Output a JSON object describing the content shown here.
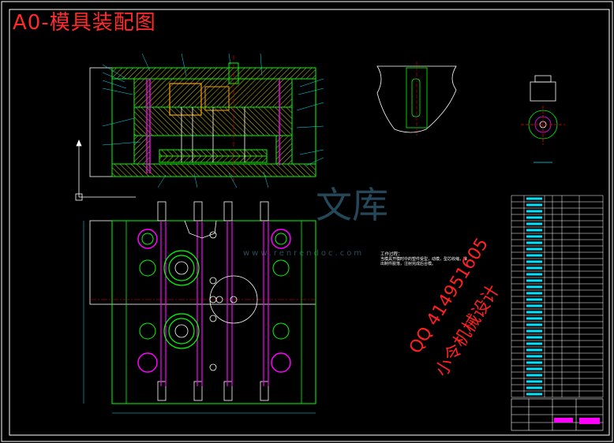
{
  "drawing": {
    "title": "A0-模具装配图",
    "tech_notes": {
      "heading": "工作过程：",
      "text": "当模具开模时中的塑件受型，动模，型芯收缩，推出制件脱落，注射完成后合模。"
    }
  },
  "watermark": {
    "brand_cn": "文库",
    "url": "www.renrendoc.com",
    "qq": "QQ 414951605",
    "studio": "小令机械设计"
  },
  "colors": {
    "background": "#000000",
    "border": "#ffffff",
    "part": "#00ff00",
    "hatch": "#ffff00",
    "bolt": "#ff00ff",
    "title_text": "#ff2a2a",
    "centerline": "#ff0000",
    "dimension": "#00e5ff"
  }
}
